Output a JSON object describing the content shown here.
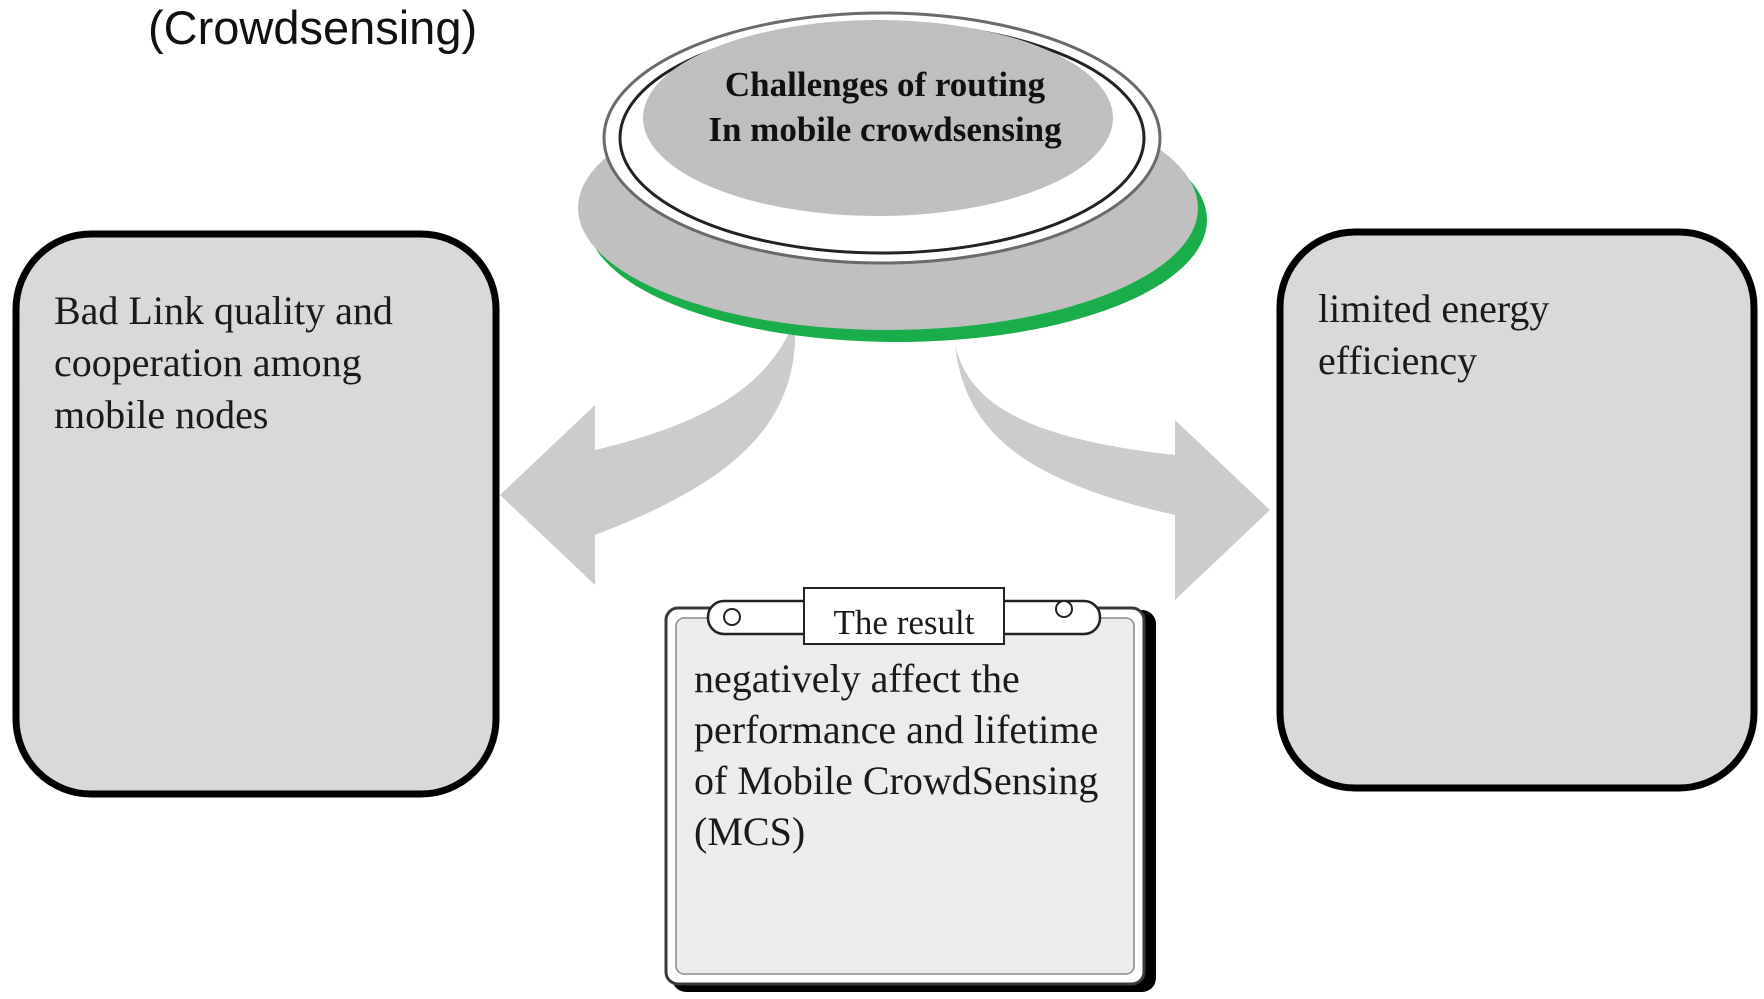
{
  "heading": "(Crowdsensing)",
  "hub": {
    "line1": "Challenges of routing",
    "line2": "In mobile crowdsensing"
  },
  "left_box": {
    "line1": "Bad Link quality and",
    "line2": "cooperation among",
    "line3": "mobile nodes"
  },
  "right_box": {
    "line1": "limited energy",
    "line2": "efficiency"
  },
  "result": {
    "tab_label": "The result",
    "line1": "negatively affect the",
    "line2": "performance and lifetime",
    "line3": "of Mobile CrowdSensing",
    "line4": "(MCS)"
  },
  "colors": {
    "box_fill": "#d9d9d9",
    "outline": "#000000",
    "hub_gray": "#c0c0c0",
    "hub_inner": "#bfbfbf",
    "accent_green": "#1aad4b",
    "arrow_gray": "#cccccc"
  }
}
